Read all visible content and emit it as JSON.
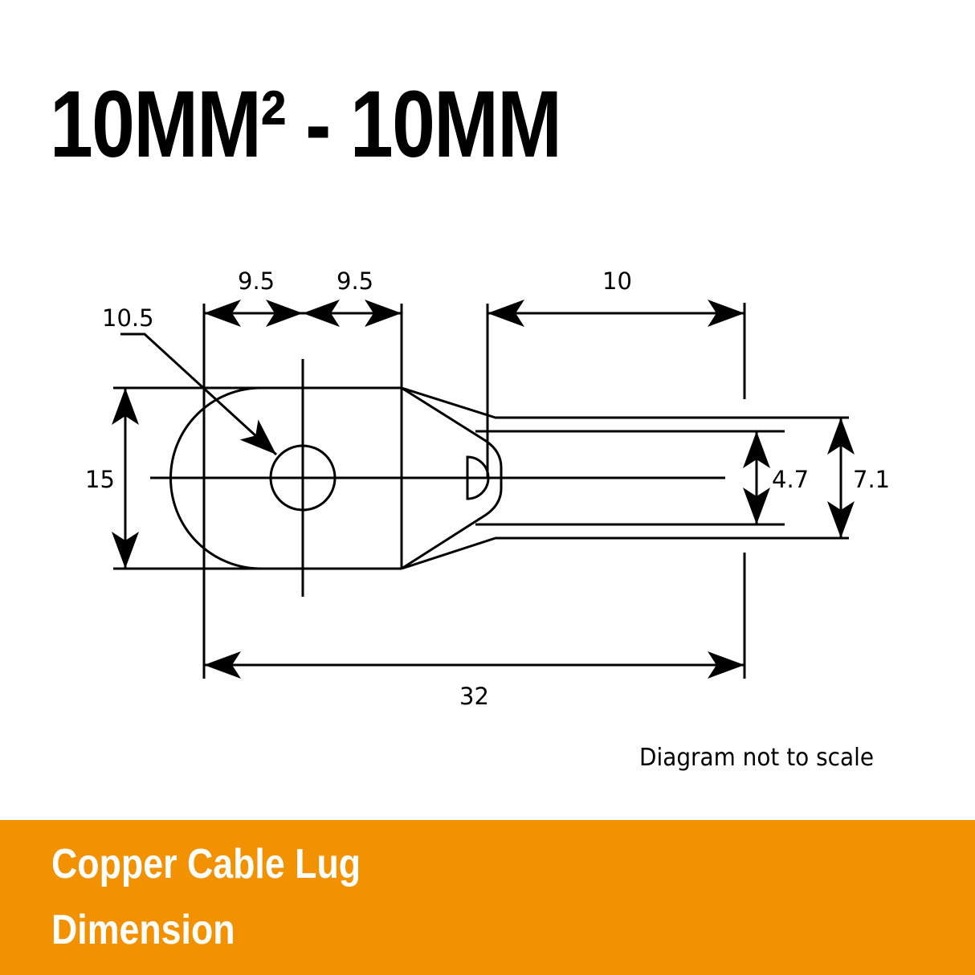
{
  "title": "10MM² - 10MM",
  "diagram": {
    "subject": "Copper cable lug (ring terminal) dimensional drawing",
    "dimensions": {
      "hole_diameter": "10.5",
      "ring_left_half": "9.5",
      "ring_right_half": "9.5",
      "barrel_length": "10",
      "overall_length": "32",
      "ring_width": "15",
      "barrel_inner_diameter": "4.7",
      "barrel_outer_diameter": "7.1"
    },
    "note": "Diagram not to scale"
  },
  "banner": {
    "line1": "Copper Cable Lug",
    "line2": "Dimension",
    "color": "#f29200",
    "text_color": "#ffffff"
  }
}
